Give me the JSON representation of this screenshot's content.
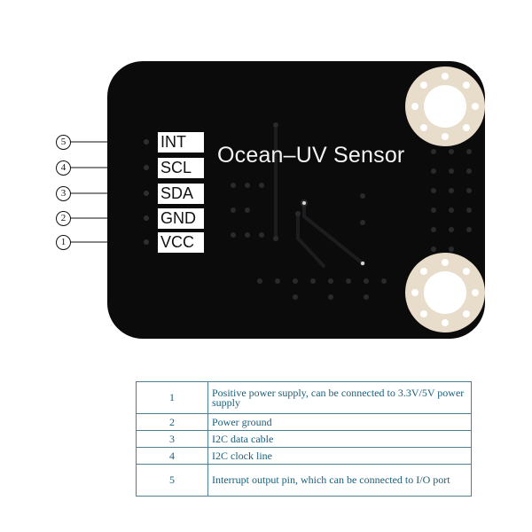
{
  "board": {
    "title": "Ocean–UV Sensor",
    "color": "#0b0b0c",
    "mount_hole_color": "#e8dccb"
  },
  "pins": [
    {
      "num": "5",
      "label": "INT"
    },
    {
      "num": "4",
      "label": "SCL"
    },
    {
      "num": "3",
      "label": "SDA"
    },
    {
      "num": "2",
      "label": "GND"
    },
    {
      "num": "1",
      "label": "VCC"
    }
  ],
  "table": {
    "rows": [
      {
        "num": "1",
        "desc": "Positive power supply, can be connected to 3.3V/5V power supply"
      },
      {
        "num": "2",
        "desc": "Power ground"
      },
      {
        "num": "3",
        "desc": "I2C data cable"
      },
      {
        "num": "4",
        "desc": "I2C clock line"
      },
      {
        "num": "5",
        "desc": "Interrupt output pin, which can be connected to I/O port"
      }
    ],
    "text_color": "#1a5f7a"
  }
}
